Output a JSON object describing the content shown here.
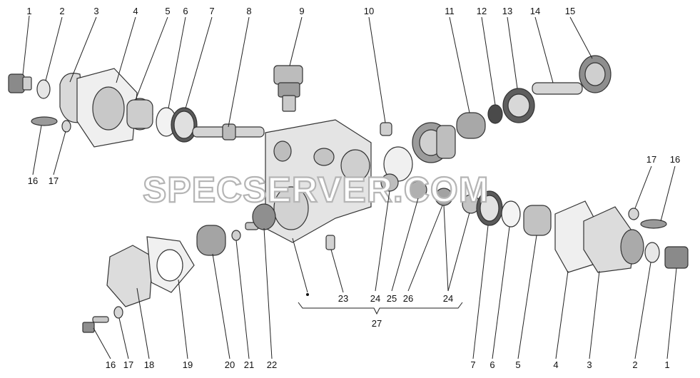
{
  "watermark": "SPECSERVER.COM",
  "callouts": {
    "c1": "1",
    "c2": "2",
    "c3": "3",
    "c4": "4",
    "c5": "5",
    "c6": "6",
    "c7": "7",
    "c8": "8",
    "c9": "9",
    "c10": "10",
    "c11": "11",
    "c12": "12",
    "c13": "13",
    "c14": "14",
    "c15": "15",
    "r17": "17",
    "r16": "16",
    "l16": "16",
    "l17": "17",
    "b16": "16",
    "b17": "17",
    "b18": "18",
    "b19": "19",
    "b20": "20",
    "b21": "21",
    "b22": "22",
    "b23": "23",
    "b24a": "24",
    "b25": "25",
    "b26": "26",
    "b24b": "24",
    "b7": "7",
    "b6": "6",
    "b5": "5",
    "b4": "4",
    "b3": "3",
    "b2": "2",
    "b1": "1",
    "b27": "27"
  }
}
